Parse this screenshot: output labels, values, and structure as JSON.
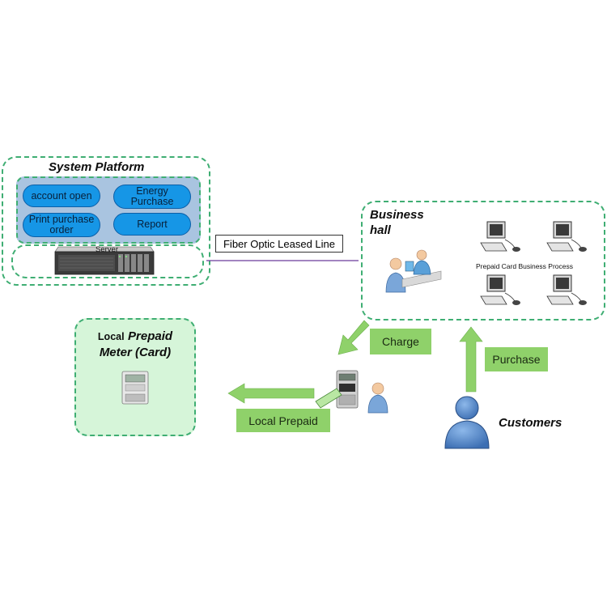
{
  "system_platform": {
    "title": "System Platform",
    "buttons": {
      "account_open": "account open",
      "energy_purchase": "Energy Purchase",
      "print_purchase_order": "Print purchase order",
      "report": "Report"
    },
    "server_label": "Server"
  },
  "fiber_link": {
    "label": "Fiber Optic Leased Line"
  },
  "business_hall": {
    "title": "Business hall",
    "process_label": "Prepaid Card Business Process"
  },
  "local_meter": {
    "title_plain": "Local",
    "title_italic": "Prepaid Meter (Card)"
  },
  "flows": {
    "charge": "Charge",
    "purchase": "Purchase",
    "local_prepaid": "Local Prepaid"
  },
  "customers": {
    "label": "Customers"
  },
  "colors": {
    "dash_green": "#3fae73",
    "pill_blue": "#1696e6",
    "platform_panel": "#a9c4e0",
    "arrow_green": "#8fd16a",
    "meter_box_fill": "#d6f5d9",
    "person_blue": "#4a7fc1"
  }
}
